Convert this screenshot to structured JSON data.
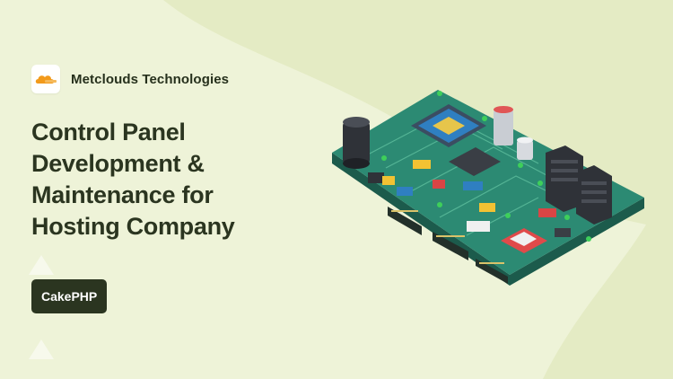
{
  "brand": {
    "name": "Metclouds Technologies"
  },
  "headline": {
    "line1": "Control Panel",
    "line2": "Development &",
    "line3": "Maintenance for",
    "line4": "Hosting Company"
  },
  "tag": {
    "label": "CakePHP"
  },
  "colors": {
    "background": "#eef3d8",
    "blob": "#e4ebc4",
    "text_dark": "#2b3520",
    "tag_bg": "#2b3520",
    "board_top": "#2c8a73",
    "board_side": "#1c5b4c",
    "logo_orange": "#f29a1b"
  },
  "icons": [
    "cloud-logo-icon",
    "triangle-decoration-icon",
    "circuit-board-illustration"
  ]
}
